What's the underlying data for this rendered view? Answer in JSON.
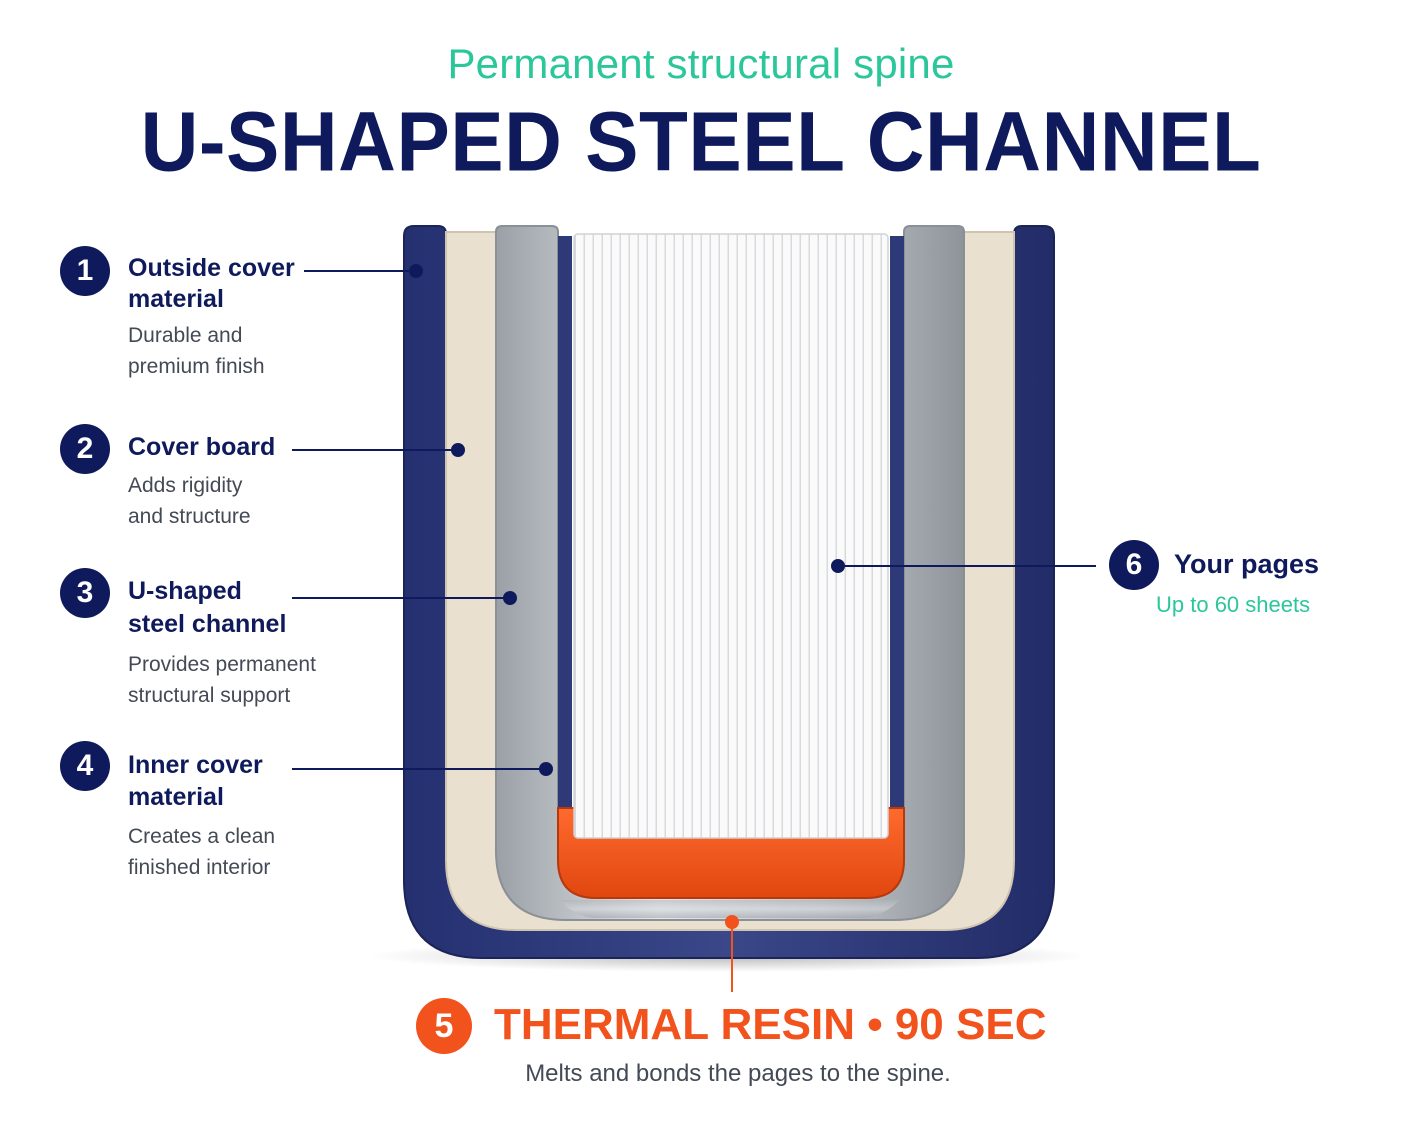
{
  "header": {
    "subtitle": "Permanent structural spine",
    "title": "U-SHAPED STEEL CHANNEL"
  },
  "callouts": [
    {
      "number": "1",
      "title_line1": "Outside cover",
      "title_line2": "material",
      "desc_line1": "Durable and",
      "desc_line2": "premium finish"
    },
    {
      "number": "2",
      "title_line1": "Cover board",
      "desc_line1": "Adds rigidity",
      "desc_line2": "and structure"
    },
    {
      "number": "3",
      "title_line1": "U-shaped",
      "title_line2": "steel channel",
      "desc_line1": "Provides permanent",
      "desc_line2": "structural support"
    },
    {
      "number": "4",
      "title_line1": "Inner cover",
      "title_line2": "material",
      "desc_line1": "Creates a clean",
      "desc_line2": "finished interior"
    },
    {
      "number": "5",
      "title": "THERMAL RESIN • 90 SEC",
      "desc": "Melts and bonds the pages to the spine."
    },
    {
      "number": "6",
      "title": "Your pages",
      "desc": "Up to 60 sheets"
    }
  ],
  "colors": {
    "navy": "#0f1a5c",
    "teal": "#2bc79a",
    "orange": "#f2521c",
    "cover_blue": "#2e3a78",
    "board_cream": "#e9e0d0",
    "steel": "#c3c7cc"
  }
}
